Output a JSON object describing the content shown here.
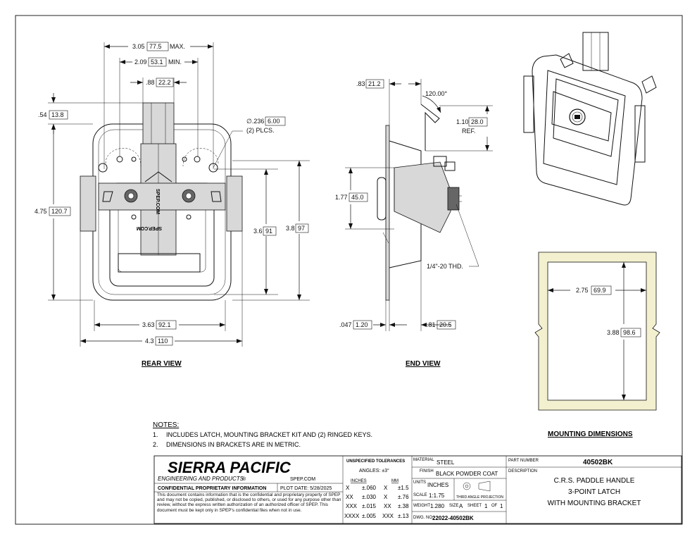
{
  "views": {
    "rear": {
      "title": "REAR VIEW",
      "dims": {
        "max_width": [
          "3.05",
          "77.5",
          "MAX."
        ],
        "min_width": [
          "2.09",
          "53.1",
          "MIN."
        ],
        "handle_width": [
          ".88",
          "22.2"
        ],
        "top_offset": [
          ".54",
          "13.8"
        ],
        "hole": [
          "∅.236",
          "6.00",
          "(2) PLCS."
        ],
        "height": [
          "4.75",
          "120.7"
        ],
        "inner_h1": [
          "3.6",
          "91"
        ],
        "inner_h2": [
          "3.8",
          "97"
        ],
        "inner_w": [
          "3.63",
          "92.1"
        ],
        "outer_w": [
          "4.3",
          "110"
        ]
      },
      "marking": "SPEP.COM"
    },
    "end": {
      "title": "END VIEW",
      "dims": {
        "top_w": [
          ".83",
          "21.2"
        ],
        "angle": "120.00°",
        "ref_h": [
          "1.10",
          "28.0",
          "REF."
        ],
        "mid_h": [
          "1.77",
          "45.0"
        ],
        "thread": "1/4\"-20 THD.",
        "flange": [
          ".047",
          "1.20"
        ],
        "depth": [
          ".81",
          "20.5"
        ]
      }
    },
    "mounting": {
      "title": "MOUNTING DIMENSIONS",
      "dims": {
        "width": [
          "2.75",
          "69.9"
        ],
        "height": [
          "3.88",
          "98.6"
        ]
      },
      "fill_color": "#f3f0cf"
    }
  },
  "notes": {
    "heading": "NOTES:",
    "items": [
      {
        "num": "1.",
        "text": "INCLUDES LATCH, MOUNTING BRACKET KIT AND (2) RINGED KEYS."
      },
      {
        "num": "2.",
        "text": "DIMENSIONS IN BRACKETS ARE IN METRIC."
      }
    ]
  },
  "title_block": {
    "company": "SIERRA PACIFIC",
    "company_sub": "ENGINEERING AND PRODUCTS",
    "registered": "®",
    "website": "SPEP.COM",
    "confidential_title": "CONFIDENTIAL PROPRIETARY INFORMATION",
    "plot_date": "PLOT DATE:  5/28/2025",
    "confidential_text": "This document contains information that is the confidential and proprietary property of SPEP and may not be copied, published, or disclosed to others, or used for any purpose  other than review, without the express written authorization of an authorized officer of SPEP. This document must be kept only in SPEP's confidential files when not in use.",
    "tolerances": {
      "heading": "UNSPECIFIED TOLERANCES",
      "angles": "ANGLES:  ±3°",
      "col_inches": "INCHES",
      "col_mm": "MM",
      "rows": [
        {
          "in_k": "X",
          "in_v": "±.060",
          "mm_k": "X",
          "mm_v": "±1.5"
        },
        {
          "in_k": "XX",
          "in_v": "±.030",
          "mm_k": "X",
          "mm_v": "±.76"
        },
        {
          "in_k": "XXX",
          "in_v": "±.015",
          "mm_k": "XX",
          "mm_v": "±.38"
        },
        {
          "in_k": "XXXX",
          "in_v": "±.005",
          "mm_k": "XXX",
          "mm_v": "±.13"
        }
      ]
    },
    "material_label": "MATERIAL",
    "material": "STEEL",
    "finish_label": "FINISH",
    "finish": "BLACK POWDER COAT",
    "units_label": "UNITS",
    "units": "INCHES",
    "projection": "THIRD ANGLE PROJECTION",
    "scale_label": "SCALE",
    "scale": "1:1.75",
    "weight_label": "WEIGHT",
    "weight": "1.280",
    "size_label": "SIZE",
    "size": "A",
    "sheet_label": "SHEET",
    "sheet": "1",
    "of_label": "OF",
    "of": "1",
    "dwg_label": "DWG. NO.",
    "dwg_no": "22022-40502BK",
    "part_label": "PART NUMBER",
    "part_number": "40502BK",
    "desc_label": "DESCRIPTION",
    "description": [
      "C.R.S. PADDLE HANDLE",
      "3-POINT LATCH",
      "WITH MOUNTING BRACKET"
    ]
  }
}
